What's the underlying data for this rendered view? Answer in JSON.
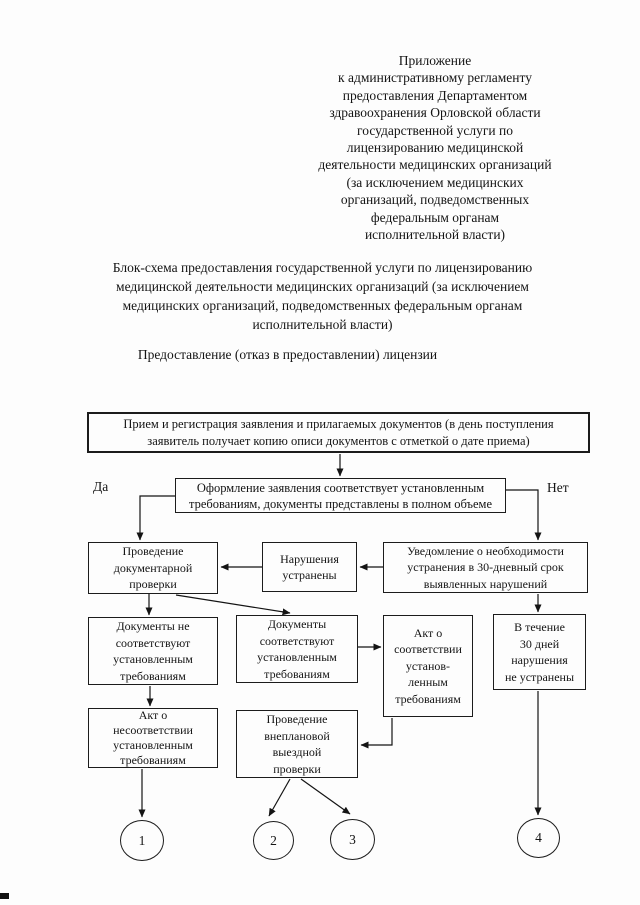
{
  "document": {
    "annex_header": "Приложение\nк административному регламенту\nпредоставления Департаментом\nздравоохранения Орловской области\nгосударственной услуги по\nлицензированию медицинской\nдеятельности медицинских организаций\n(за исключением медицинских\nорганизаций, подведомственных\nфедеральным органам\nисполнительной власти)",
    "title": "Блок-схема предоставления государственной услуги по лицензированию\nмедицинской деятельности медицинских организаций (за исключением\nмедицинских организаций, подведомственных федеральным органам\nисполнительной власти)",
    "subtitle": "Предоставление (отказ в предоставлении) лицензии"
  },
  "flowchart": {
    "labels": {
      "yes": "Да",
      "no": "Нет"
    },
    "nodes": {
      "intake": "Прием и регистрация заявления и прилагаемых документов (в день поступления\nзаявитель получает копию описи документов с отметкой о дате приема)",
      "criteria": "Оформление заявления соответствует установленным\nтребованиям, документы представлены в полном объеме",
      "doc_check": "Проведение\nдокументарной\nпроверки",
      "violations_fixed": "Нарушения\nустранены",
      "notice": "Уведомление о необходимости\nустранения в 30-дневный срок\nвыявленных нарушений",
      "docs_noncompliant": "Документы не\nсоответствуют\nустановленным\nтребованиям",
      "docs_compliant": "Документы\nсоответствуют\nустановленным\nтребованиям",
      "act_compliance": "Акт о\nсоответствии\nустанов-\nленным\nтребованиям",
      "not_fixed_30_days": "В течение\n30 дней\nнарушения\nне устранены",
      "act_noncompliance": "Акт о\nнесоответствии\nустановленным\nтребованиям",
      "onsite_check": "Проведение\nвнеплановой\nвыездной\nпроверки"
    },
    "terminals": [
      "1",
      "2",
      "3",
      "4"
    ]
  }
}
